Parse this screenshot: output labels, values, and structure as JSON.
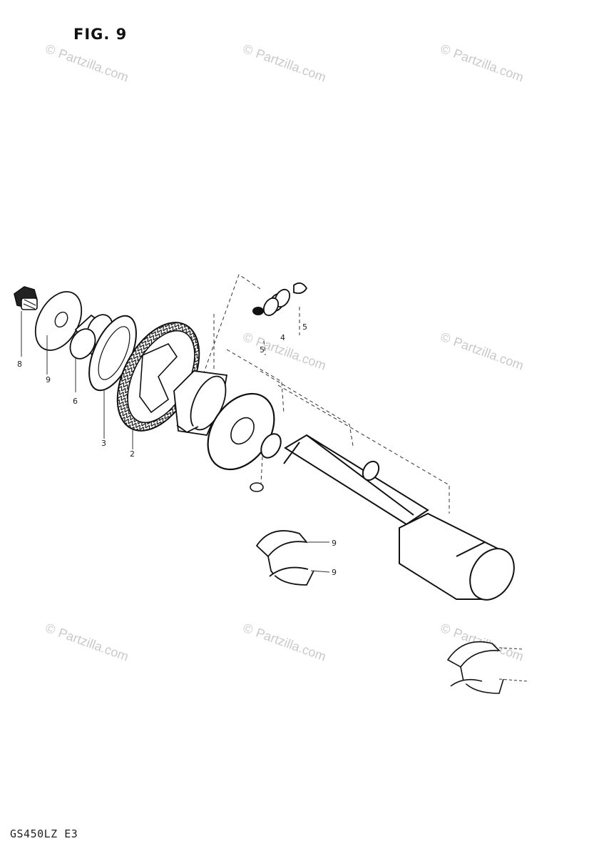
{
  "figure": {
    "title": "FIG. 9"
  },
  "footer": {
    "code": "GS450LZ E3"
  },
  "watermark": {
    "symbol": "©",
    "text": "Partzilla.com"
  },
  "callouts": [
    "8",
    "9",
    "6",
    "3",
    "2",
    "4",
    "5",
    "5",
    "9",
    "9"
  ],
  "colors": {
    "ink": "#111111",
    "watermark": "#c9c9c9",
    "background": "#ffffff"
  }
}
